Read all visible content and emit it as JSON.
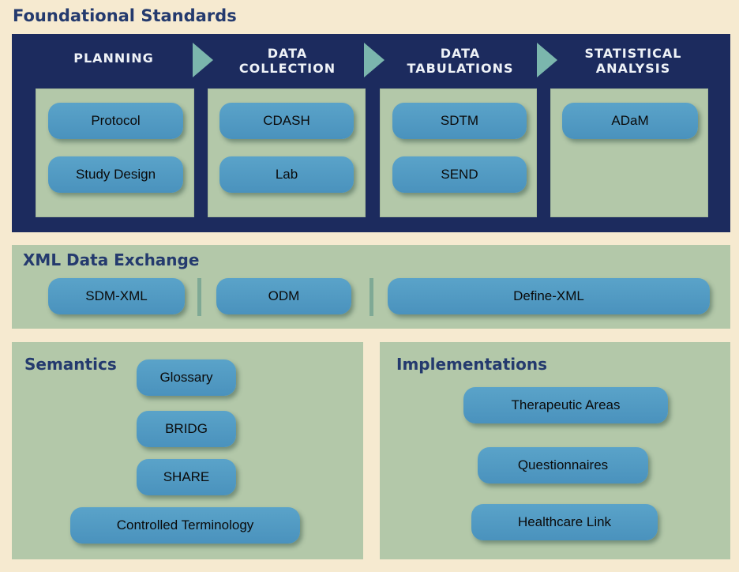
{
  "foundational": {
    "title": "Foundational Standards",
    "phases": [
      {
        "label": "PLANNING",
        "items": [
          "Protocol",
          "Study Design"
        ]
      },
      {
        "label": "DATA\nCOLLECTION",
        "items": [
          "CDASH",
          "Lab"
        ]
      },
      {
        "label": "DATA\nTABULATIONS",
        "items": [
          "SDTM",
          "SEND"
        ]
      },
      {
        "label": "STATISTICAL\nANALYSIS",
        "items": [
          "ADaM"
        ]
      }
    ]
  },
  "xml_exchange": {
    "title": "XML Data Exchange",
    "items": [
      "SDM-XML",
      "ODM",
      "Define-XML"
    ]
  },
  "semantics": {
    "title": "Semantics",
    "items": [
      "Glossary",
      "BRIDG",
      "SHARE",
      "Controlled Terminology"
    ]
  },
  "implementations": {
    "title": "Implementations",
    "items": [
      "Therapeutic Areas",
      "Questionnaires",
      "Healthcare Link"
    ]
  },
  "colors": {
    "navy_panel": "#1c2b5e",
    "heading_text": "#243a6e",
    "green_box": "#b3c8a9",
    "pill_blue": "#4a92bd",
    "arrow_teal": "#7bb6ad",
    "background": "#f6ead0"
  }
}
